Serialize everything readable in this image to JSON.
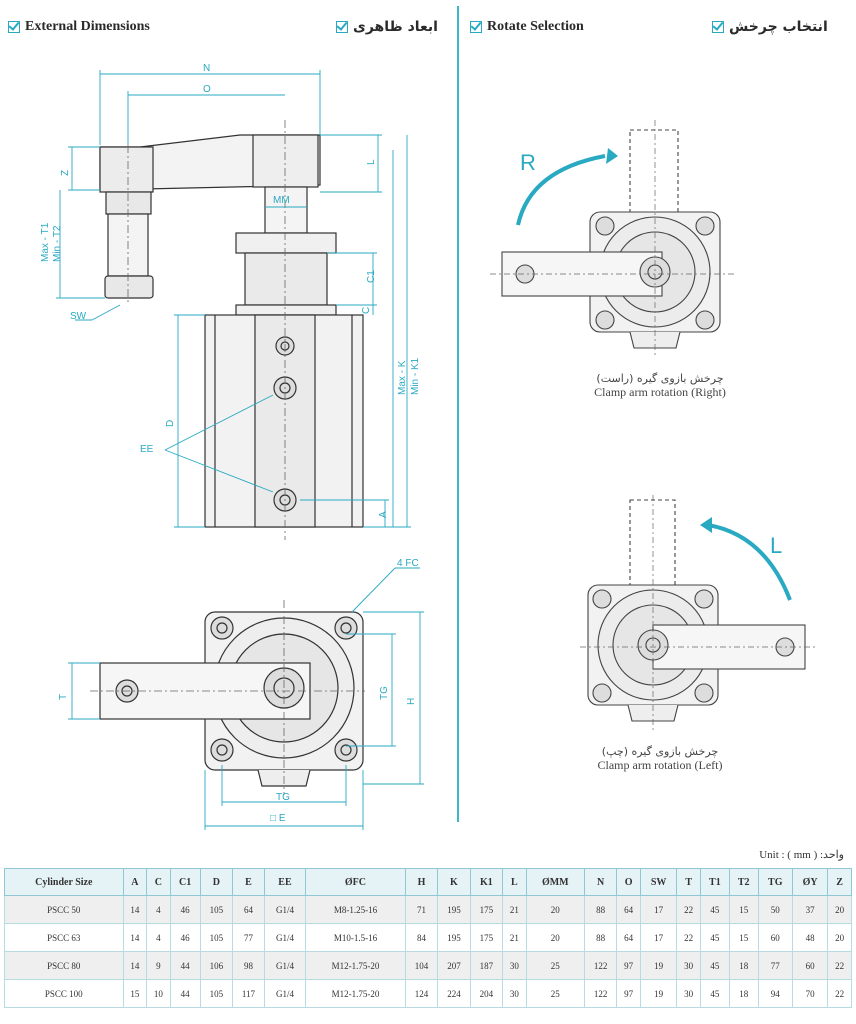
{
  "left_header": {
    "title_en": "External Dimensions",
    "title_fa": "ابعاد ظاهری"
  },
  "right_header": {
    "title_en": "Rotate Selection",
    "title_fa": "انتخاب چرخش"
  },
  "drawing_labels": {
    "N": "N",
    "O": "O",
    "Z": "Z",
    "max_t1": "Max - T1",
    "min_t2": "Min - T2",
    "sw": "SW",
    "L": "L",
    "MM": "MM",
    "C1": "C1",
    "C": "C",
    "max_k": "Max - K",
    "min_k1": "Min - K1",
    "D": "D",
    "EE": "EE",
    "A": "A",
    "FC": "4 FC",
    "T": "T",
    "TG_v": "TG",
    "H": "H",
    "TG_h": "TG",
    "E": "□ E"
  },
  "rotation": {
    "right_letter": "R",
    "right_caption_fa": "چرخش بازوی گیره (راست)",
    "right_caption_en": "Clamp arm rotation  (Right)",
    "left_letter": "L",
    "left_caption_fa": "چرخش بازوی گیره (چپ)",
    "left_caption_en": "Clamp arm rotation  (Left)"
  },
  "unit_label": "Unit : ( mm ) :واحد",
  "colors": {
    "accent": "#29a9c2",
    "line": "#333333"
  },
  "table": {
    "headers": [
      "Cylinder Size",
      "A",
      "C",
      "C1",
      "D",
      "E",
      "EE",
      "ØFC",
      "H",
      "K",
      "K1",
      "L",
      "ØMM",
      "N",
      "O",
      "SW",
      "T",
      "T1",
      "T2",
      "TG",
      "ØY",
      "Z"
    ],
    "rows": [
      [
        "PSCC 50",
        "14",
        "4",
        "46",
        "105",
        "64",
        "G1/4",
        "M8-1.25-16",
        "71",
        "195",
        "175",
        "21",
        "20",
        "88",
        "64",
        "17",
        "22",
        "45",
        "15",
        "50",
        "37",
        "20"
      ],
      [
        "PSCC 63",
        "14",
        "4",
        "46",
        "105",
        "77",
        "G1/4",
        "M10-1.5-16",
        "84",
        "195",
        "175",
        "21",
        "20",
        "88",
        "64",
        "17",
        "22",
        "45",
        "15",
        "60",
        "48",
        "20"
      ],
      [
        "PSCC 80",
        "14",
        "9",
        "44",
        "106",
        "98",
        "G1/4",
        "M12-1.75-20",
        "104",
        "207",
        "187",
        "30",
        "25",
        "122",
        "97",
        "19",
        "30",
        "45",
        "18",
        "77",
        "60",
        "22"
      ],
      [
        "PSCC 100",
        "15",
        "10",
        "44",
        "105",
        "117",
        "G1/4",
        "M12-1.75-20",
        "124",
        "224",
        "204",
        "30",
        "25",
        "122",
        "97",
        "19",
        "30",
        "45",
        "18",
        "94",
        "70",
        "22"
      ]
    ]
  }
}
